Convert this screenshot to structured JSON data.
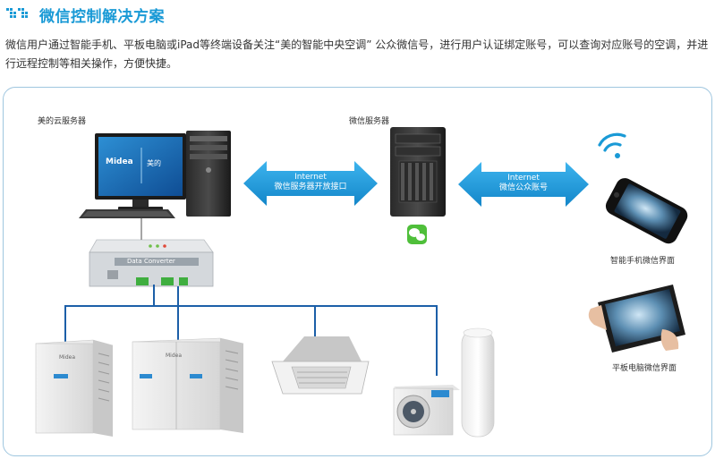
{
  "header": {
    "title": "微信控制解决方案",
    "accent": "#1a9ad6"
  },
  "description": "微信用户通过智能手机、平板电脑或iPad等终端设备关注“美的智能中央空调” 公众微信号，进行用户认证绑定账号，可以查询对应账号的空调，并进行远程控制等相关操作，方便快捷。",
  "diagram": {
    "cloud_server_label": "美的云服务器",
    "wechat_server_label": "微信服务器",
    "phone_label": "智能手机微信界面",
    "tablet_label": "平板电脑微信界面",
    "arrow_left": {
      "line1": "Internet",
      "line2": "微信服务器开放接口"
    },
    "arrow_right": {
      "line1": "Internet",
      "line2": "微信公众账号"
    },
    "converter_label": "Data Converter",
    "monitor_brand": "Midea",
    "monitor_sub": "美的",
    "unit_brand": "Midea",
    "arrow_color": "#1a9ad6",
    "line_color": "#1c5fa8"
  }
}
